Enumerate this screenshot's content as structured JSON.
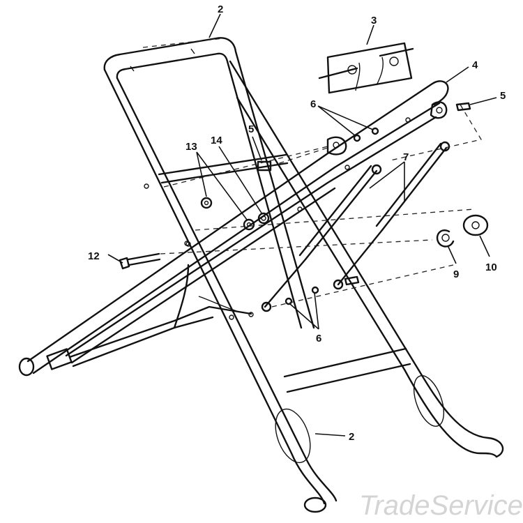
{
  "diagram": {
    "callouts": {
      "c2_top": "2",
      "c3": "3",
      "c4": "4",
      "c5_right": "5",
      "c6_top": "6",
      "c5_mid": "5",
      "c13": "13",
      "c14": "14",
      "c7": "7",
      "c12": "12",
      "c9": "9",
      "c10": "10",
      "c6_bottom": "6",
      "c2_bottom": "2"
    },
    "watermark": "TradeService"
  }
}
